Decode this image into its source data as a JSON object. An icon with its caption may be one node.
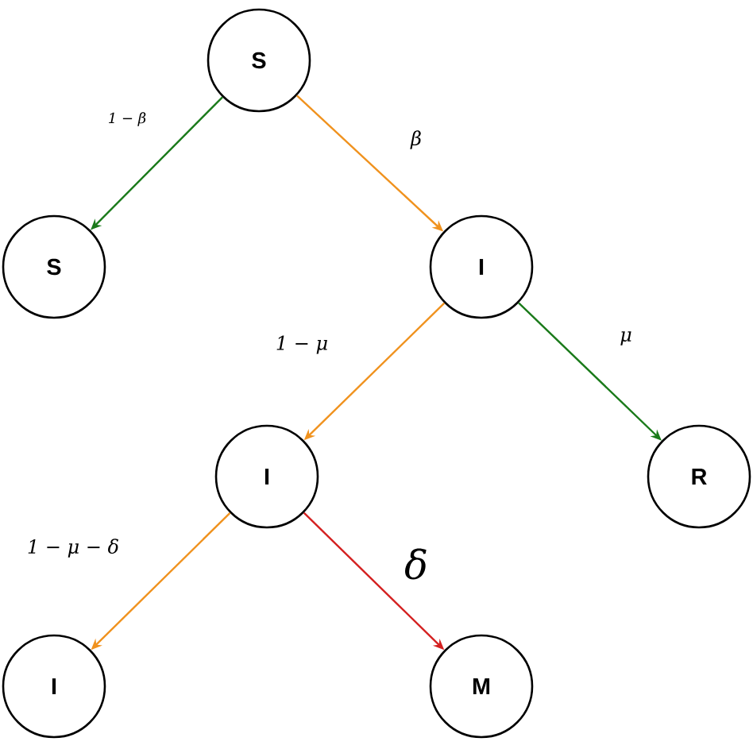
{
  "diagram": {
    "nodes": [
      {
        "text": [
          "S"
        ]
      },
      {
        "text": [
          "S"
        ]
      },
      {
        "text": [
          "I"
        ]
      },
      {
        "text": [
          "I"
        ]
      },
      {
        "text": [
          "R"
        ]
      },
      {
        "text": [
          "I"
        ]
      },
      {
        "text": [
          "M"
        ]
      }
    ],
    "edges": [
      {
        "from": 0,
        "to": 1,
        "arrow": "to",
        "label": "1 − β",
        "color": "#1a7a1a"
      },
      {
        "from": 0,
        "to": 2,
        "arrow": "to",
        "label": "β",
        "color": "#f0921e"
      },
      {
        "from": 2,
        "to": 3,
        "arrow": "to",
        "label": "1 − μ",
        "color": "#f0921e"
      },
      {
        "from": 2,
        "to": 4,
        "arrow": "to",
        "label": "μ",
        "color": "#1a7a1a"
      },
      {
        "from": 3,
        "to": 5,
        "arrow": "to",
        "label": "1 − μ − δ",
        "color": "#f0921e"
      },
      {
        "from": 3,
        "to": 6,
        "arrow": "to",
        "label": "δ",
        "color": "#d42020"
      }
    ]
  }
}
